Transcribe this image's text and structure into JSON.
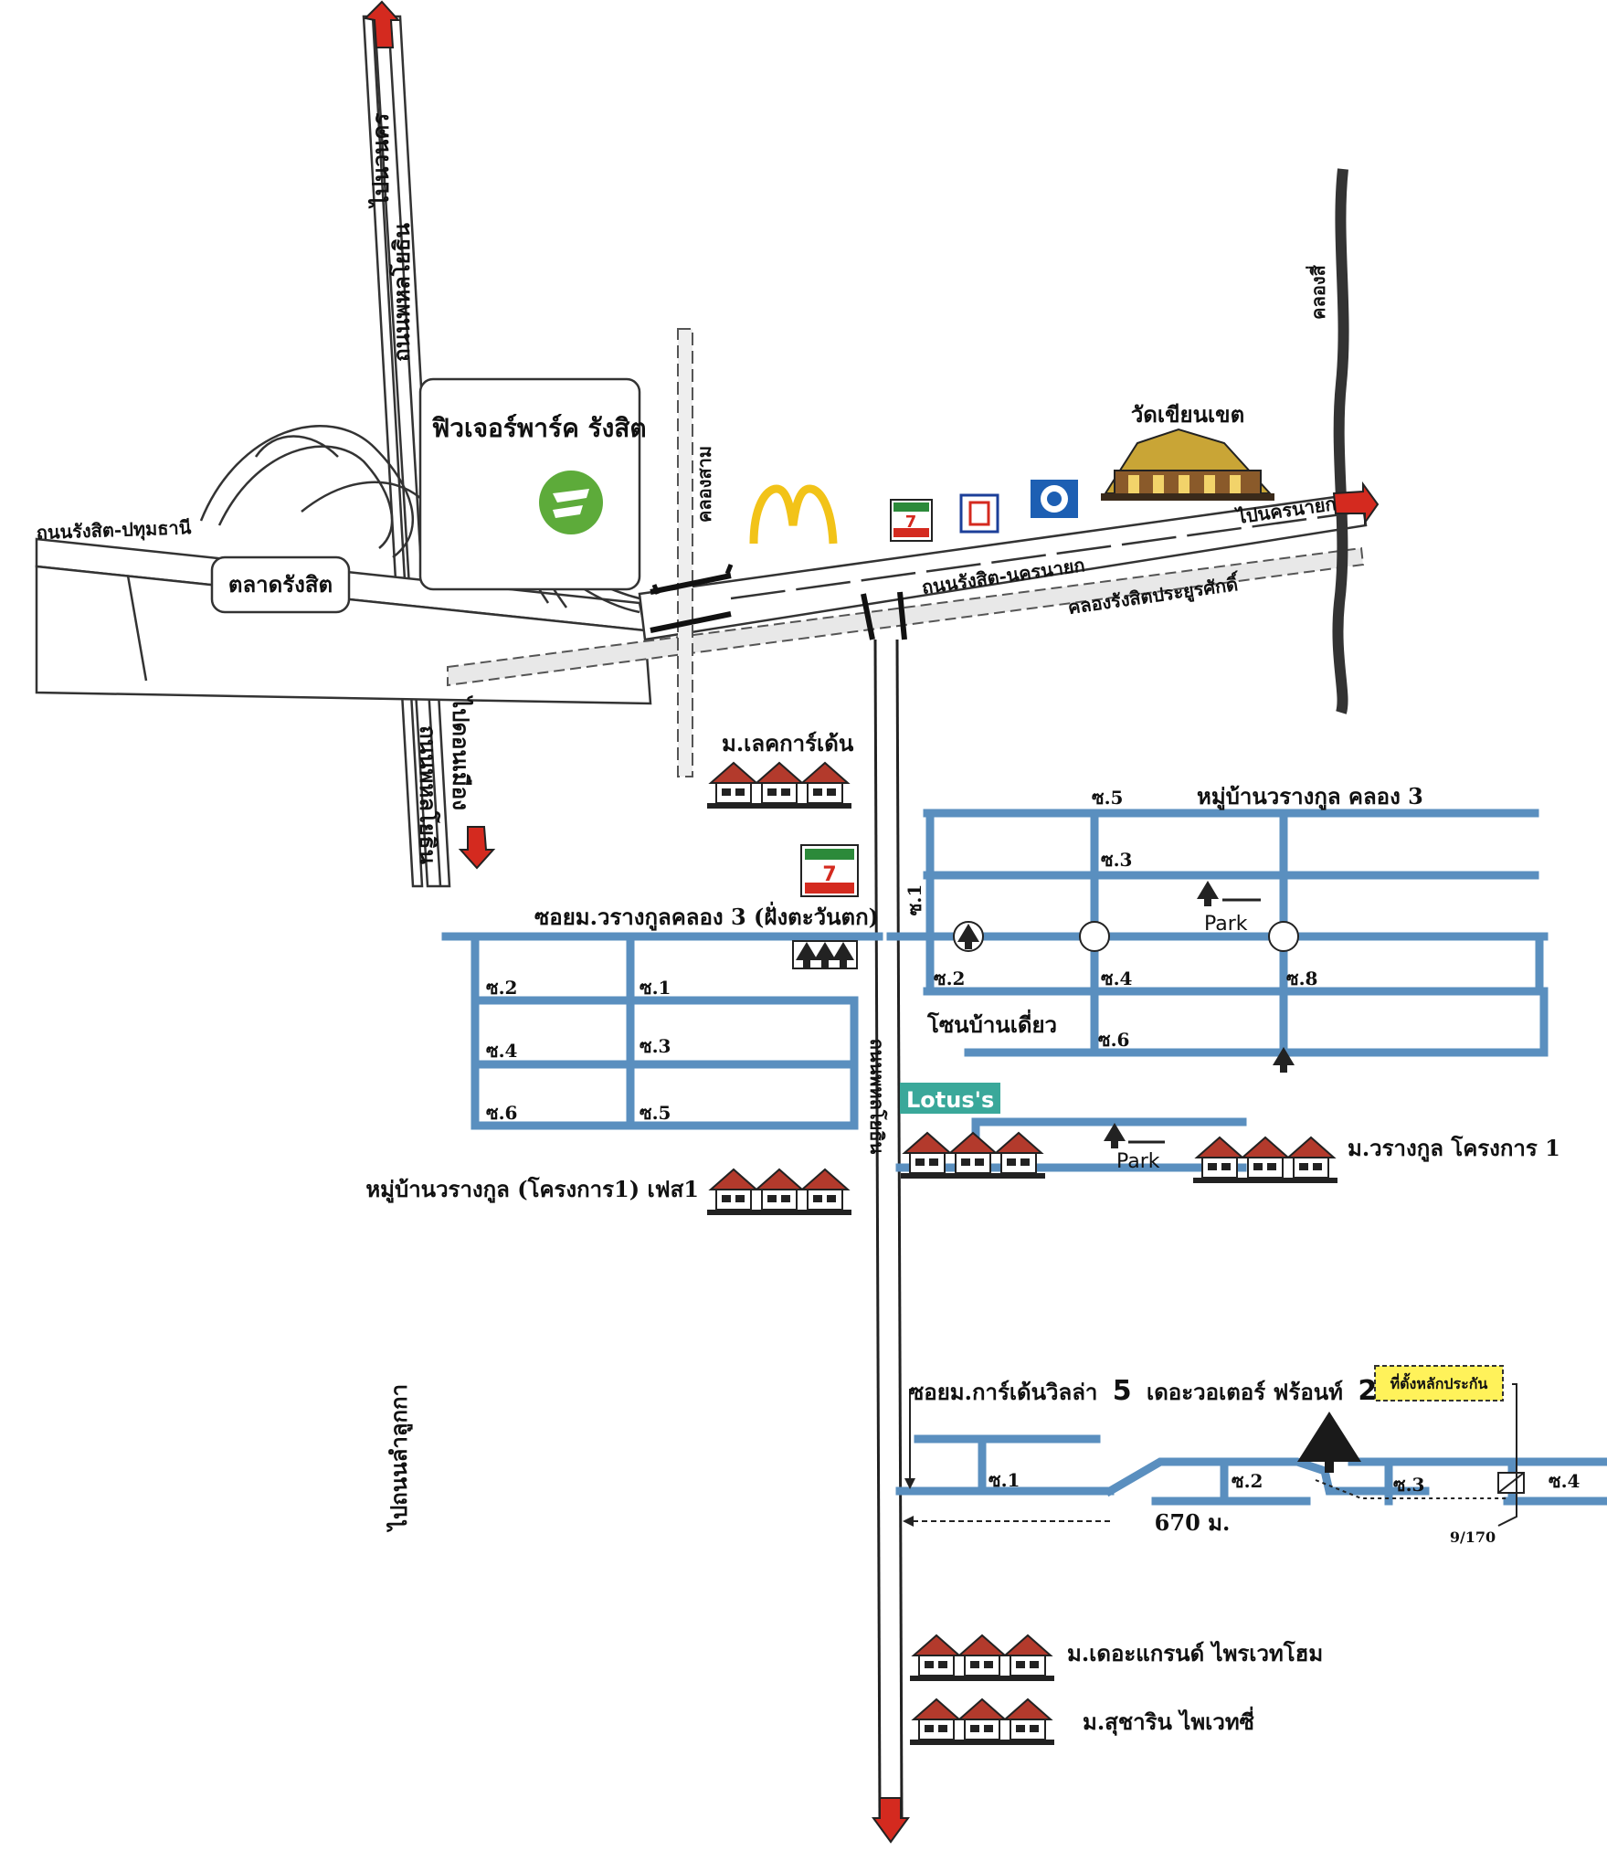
{
  "labels": {
    "to_nawanakorn": "ไปนวนคร",
    "phahonyothin_top": "ถนนพหลโยธิน",
    "future_park": "ฟิวเจอร์พาร์ค รังสิต",
    "rangsit_pathum_rd": "ถนนรังสิต-ปทุมธานี",
    "talad_rangsit": "ตลาดรังสิต",
    "phahonyothin_bottom": "ถนนพหลโยธิน",
    "to_don_mueang": "ไปดอนเมือง",
    "khlong_sam": "คลองสาม",
    "wat_name": "วัดเขียนเขต",
    "to_nakhon_nayok": "ไปนครนายก",
    "rangsit_nakhonnayok_rd": "ถนนรังสิต-นครนายก",
    "khlong_rangsit": "คลองรังสิตประยูรศักดิ์",
    "khlong_si": "คลองสี่",
    "lake_garden": "ม.เลคการ์เด้น",
    "village_k3": "หมู่บ้านวรางกูล คลอง 3",
    "soi_west": "ซอยม.วรางกูลคลอง 3 (ฝั่งตะวันตก)",
    "zone_detached": "โซนบ้านเดี่ยว",
    "lotus": "Lotus's",
    "park": "Park",
    "varangkul_project1": "ม.วรางกูล โครงการ 1",
    "varangkul_phase1": "หมู่บ้านวรางกูล (โครงการ1) เฟส1",
    "phahonyothin_vertical": "ถนนพหลโยธิน",
    "to_lam_luk_ka": "ไปถนนลำลูกกา",
    "soi_garden_villa_a": "ซอยม.การ์เด้นวิลล่า",
    "soi_garden_villa_num": "5",
    "soi_garden_villa_b": "เดอะวอเตอร์ ฟร้อนท์",
    "soi_garden_villa_num2": "2",
    "collateral_location": "ที่ตั้งหลักประกัน",
    "distance": "670 ม.",
    "house_no": "9/170",
    "grand_private_home": "ม.เดอะแกรนด์ ไพรเวทโฮม",
    "sucharin_private": "ม.สุชาริน ไพเวทซี่",
    "seven_eleven": "7 ELEVEN"
  },
  "sois": {
    "k3_s5": "ซ.5",
    "k3_s3": "ซ.3",
    "k3_s1": "ซ.1",
    "k3_s2": "ซ.2",
    "k3_s4": "ซ.4",
    "k3_s8": "ซ.8",
    "k3_s6": "ซ.6",
    "w_s2": "ซ.2",
    "w_s1": "ซ.1",
    "w_s4": "ซ.4",
    "w_s3": "ซ.3",
    "w_s6": "ซ.6",
    "w_s5": "ซ.5",
    "g_s1": "ซ.1",
    "g_s2": "ซ.2",
    "g_s3": "ซ.3",
    "g_s4": "ซ.4"
  },
  "colors": {
    "soi_blue": "#5a8fbf",
    "arrow_red": "#d42a1f",
    "mcd_yellow": "#f2c318",
    "lotus_teal": "#3aa89a",
    "future_green": "#5dab3a",
    "highlight_yellow": "#fff25a"
  }
}
